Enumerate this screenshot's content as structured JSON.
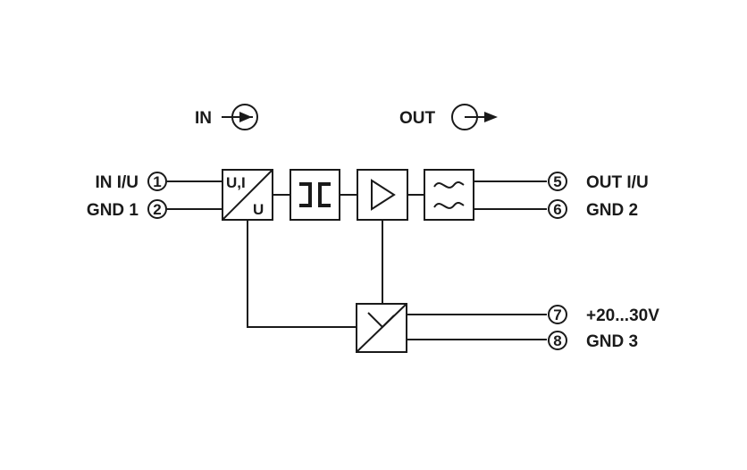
{
  "legend": {
    "in_label": "IN",
    "out_label": "OUT"
  },
  "blocks": {
    "converter_top": "U,I",
    "converter_bottom": "U"
  },
  "terminals": [
    {
      "number": "1",
      "label": "IN I/U"
    },
    {
      "number": "2",
      "label": "GND 1"
    },
    {
      "number": "5",
      "label": "OUT I/U"
    },
    {
      "number": "6",
      "label": "GND 2"
    },
    {
      "number": "7",
      "label": "+20...30V"
    },
    {
      "number": "8",
      "label": "GND 3"
    }
  ],
  "colors": {
    "line": "#1a1a1a",
    "background": "#ffffff"
  }
}
